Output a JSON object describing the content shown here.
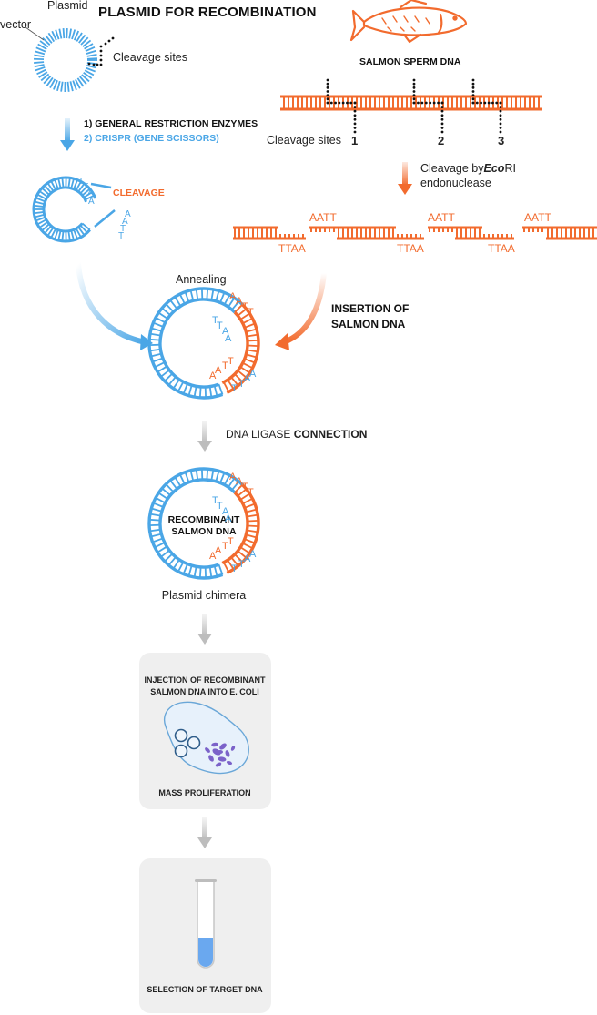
{
  "title": "PLASMID FOR RECOMBINATION",
  "plasmid_label": "Plasmid",
  "vector_label": "vector",
  "cleavage_sites_top": "Cleavage sites",
  "salmon_label": "SALMON SPERM DNA",
  "cleavage_sites_bottom": "Cleavage sites",
  "site_numbers": [
    "1",
    "2",
    "3"
  ],
  "step1_line1": "1) GENERAL RESTRICTION ENZYMES",
  "step1_line2": "2) CRISPR (GENE SCISSORS)",
  "cleavage_label": "CLEAVAGE",
  "ecori_prefix": "Cleavage by",
  "ecori_enzyme": "Eco",
  "ecori_suffix": "RI",
  "ecori_line2": "endonuclease",
  "aatt": "AATT",
  "ttaa": "TTAA",
  "annealing": "Annealing",
  "insertion_line1": "INSERTION OF",
  "insertion_line2": "SALMON DNA",
  "ligase_prefix": "DNA LIGASE ",
  "ligase_bold": "CONNECTION",
  "recombinant_line1": "RECOMBINANT",
  "recombinant_line2": "SALMON DNA",
  "plasmid_chimera": "Plasmid chimera",
  "injection_line1": "INJECTION OF RECOMBINANT",
  "injection_line2": "SALMON DNA INTO E. COLI",
  "mass_proliferation": "MASS PROLIFERATION",
  "selection": "SELECTION OF TARGET DNA",
  "bases": {
    "A": "A",
    "T": "T"
  },
  "colors": {
    "blue": "#4aa6e6",
    "orange": "#f26b2e",
    "grey_arrow": "#c8c8c8",
    "box": "#efefef",
    "purple": "#7b62c9"
  }
}
